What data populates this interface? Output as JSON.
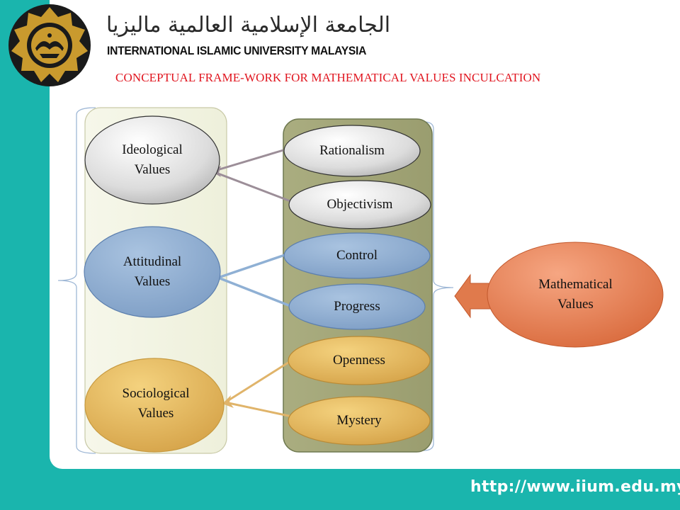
{
  "header": {
    "university_name_arabic": "الجامعة الإسلامية العالمية ماليزيا",
    "university_name_english": "INTERNATIONAL ISLAMIC UNIVERSITY MALAYSIA",
    "slide_title": "CONCEPTUAL FRAME-WORK FOR MATHEMATICAL VALUES INCULCATION"
  },
  "diagram": {
    "left_column": [
      {
        "line1": "Ideological",
        "line2": "Values",
        "color": "#e6e6e6"
      },
      {
        "line1": "Attitudinal",
        "line2": "Values",
        "color": "#8fb0d4"
      },
      {
        "line1": "Sociological",
        "line2": "Values",
        "color": "#e8bf66"
      }
    ],
    "right_column": [
      {
        "label": "Rationalism",
        "group": "ideological",
        "color": "#ececec"
      },
      {
        "label": "Objectivism",
        "group": "ideological",
        "color": "#ececec"
      },
      {
        "label": "Control",
        "group": "attitudinal",
        "color": "#8fb0d4"
      },
      {
        "label": "Progress",
        "group": "attitudinal",
        "color": "#8fb0d4"
      },
      {
        "label": "Openness",
        "group": "sociological",
        "color": "#dcb060"
      },
      {
        "label": "Mystery",
        "group": "sociological",
        "color": "#dcb060"
      }
    ],
    "source_node": {
      "line1": "Mathematical",
      "line2": "Values",
      "color": "#e8855a"
    },
    "colors": {
      "left_panel": "#f3f4e4",
      "right_panel": "#a3a77a",
      "arrow_ideological": "#9c8e98",
      "arrow_attitudinal": "#8fb0d4",
      "arrow_sociological": "#e0b46a"
    }
  },
  "footer": {
    "url": "http://www.iium.edu.my"
  }
}
